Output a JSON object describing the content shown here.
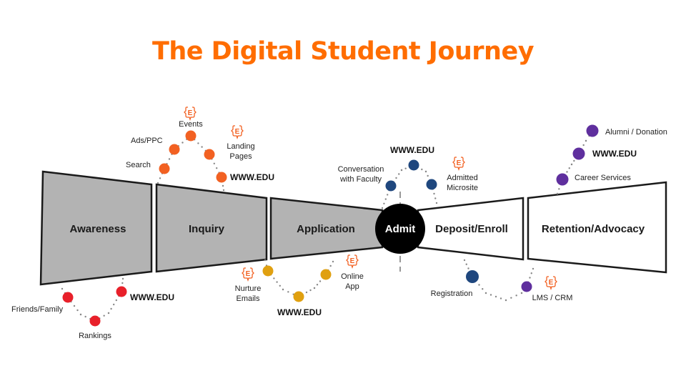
{
  "title": "The Digital Student Journey",
  "colors": {
    "title": "#ff6d00",
    "awareness": "#e8202a",
    "inquiry": "#f26122",
    "application": "#e0a010",
    "admit": "#1f477e",
    "retention": "#5f2f9e",
    "funnel_fill": "#b3b3b3",
    "email_icon": "#f26122"
  },
  "stages": [
    {
      "label": "Awareness",
      "filled": true
    },
    {
      "label": "Inquiry",
      "filled": true
    },
    {
      "label": "Application",
      "filled": true
    },
    {
      "label": "Admit",
      "center": true
    },
    {
      "label": "Deposit/Enroll",
      "filled": false
    },
    {
      "label": "Retention/Advocacy",
      "filled": false
    }
  ],
  "touchpoints": {
    "awareness": [
      {
        "label": "Friends/Family",
        "bold": false
      },
      {
        "label": "Rankings",
        "bold": false
      },
      {
        "label": "WWW.EDU",
        "bold": true
      }
    ],
    "inquiry": [
      {
        "label": "Search",
        "bold": false
      },
      {
        "label": "Ads/PPC",
        "bold": false
      },
      {
        "label": "Events",
        "bold": false,
        "email_icon": true
      },
      {
        "label": "Landing Pages",
        "line1": "Landing",
        "line2": "Pages",
        "bold": false,
        "email_icon": true
      },
      {
        "label": "WWW.EDU",
        "bold": true
      }
    ],
    "application": [
      {
        "label": "Nurture Emails",
        "line1": "Nurture",
        "line2": "Emails",
        "bold": false,
        "email_icon": true
      },
      {
        "label": "WWW.EDU",
        "bold": true
      },
      {
        "label": "Online App",
        "line1": "Online",
        "line2": "App",
        "bold": false,
        "email_icon": true
      }
    ],
    "admit": [
      {
        "label": "Conversation with Faculty",
        "line1": "Conversation",
        "line2": "with Faculty",
        "bold": false
      },
      {
        "label": "WWW.EDU",
        "bold": true
      },
      {
        "label": "Admitted Microsite",
        "line1": "Admitted",
        "line2": "Microsite",
        "bold": false,
        "email_icon": true
      }
    ],
    "enroll": [
      {
        "label": "Registration",
        "bold": false
      },
      {
        "label": "LMS / CRM",
        "bold": false,
        "email_icon": true
      }
    ],
    "retention": [
      {
        "label": "Career Services",
        "bold": false
      },
      {
        "label": "WWW.EDU",
        "bold": true
      },
      {
        "label": "Alumni / Donation",
        "bold": false
      }
    ]
  },
  "icons": {
    "email": "E"
  }
}
